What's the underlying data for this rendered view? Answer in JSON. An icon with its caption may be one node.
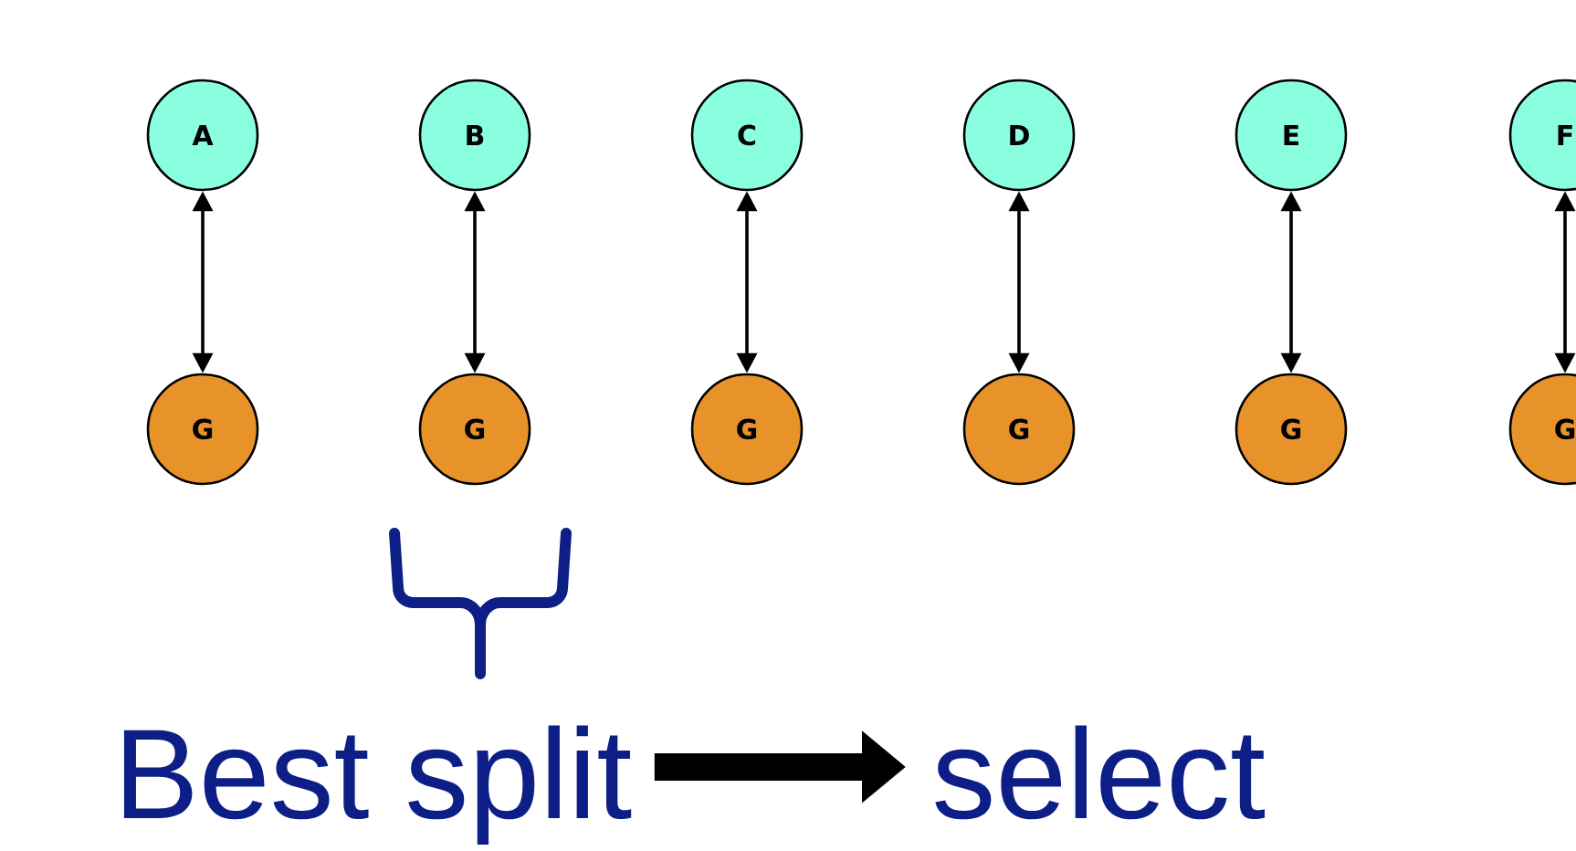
{
  "diagram": {
    "nodes": [
      {
        "text": [
          "A"
        ]
      },
      {
        "text": [
          "B"
        ]
      },
      {
        "text": [
          "C"
        ]
      },
      {
        "text": [
          "D"
        ]
      },
      {
        "text": [
          "E"
        ]
      },
      {
        "text": [
          "F"
        ]
      },
      {
        "text": [
          "G"
        ]
      },
      {
        "text": [
          "G"
        ]
      },
      {
        "text": [
          "G"
        ]
      },
      {
        "text": [
          "G"
        ]
      },
      {
        "text": [
          "G"
        ]
      },
      {
        "text": [
          "G"
        ]
      },
      {
        "text": [
          "Best split"
        ]
      },
      {
        "text": [
          "select"
        ]
      }
    ],
    "edges": [
      {
        "from": 0,
        "to": 6,
        "arrow": "both"
      },
      {
        "from": 1,
        "to": 7,
        "arrow": "both"
      },
      {
        "from": 2,
        "to": 8,
        "arrow": "both"
      },
      {
        "from": 3,
        "to": 9,
        "arrow": "both"
      },
      {
        "from": 4,
        "to": 10,
        "arrow": "both"
      },
      {
        "from": 5,
        "to": 11,
        "arrow": "both"
      },
      {
        "from": 12,
        "to": 13,
        "arrow": "to",
        "style": "thick"
      }
    ]
  }
}
